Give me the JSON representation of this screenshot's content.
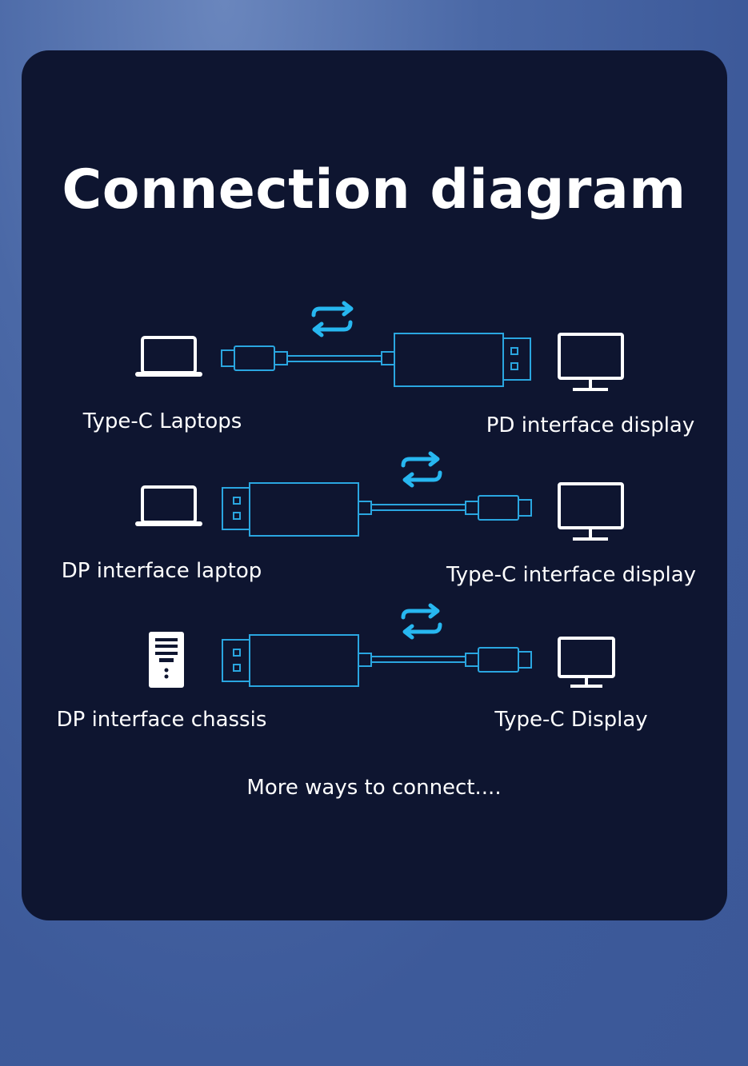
{
  "title": "Connection diagram",
  "colors": {
    "cable": "#2aa6e0",
    "arrows": "#27b7f0",
    "device": "#ffffff",
    "card": "#0e1530"
  },
  "rows": [
    {
      "source_label": "Type-C Laptops",
      "target_label": "PD interface display",
      "source_icon": "laptop-icon",
      "target_icon": "monitor-icon"
    },
    {
      "source_label": "DP interface laptop",
      "target_label": "Type-C interface display",
      "source_icon": "laptop-icon",
      "target_icon": "monitor-icon"
    },
    {
      "source_label": "DP interface chassis",
      "target_label": "Type-C Display",
      "source_icon": "pc-tower-icon",
      "target_icon": "monitor-icon"
    }
  ],
  "footer": "More ways to connect...."
}
